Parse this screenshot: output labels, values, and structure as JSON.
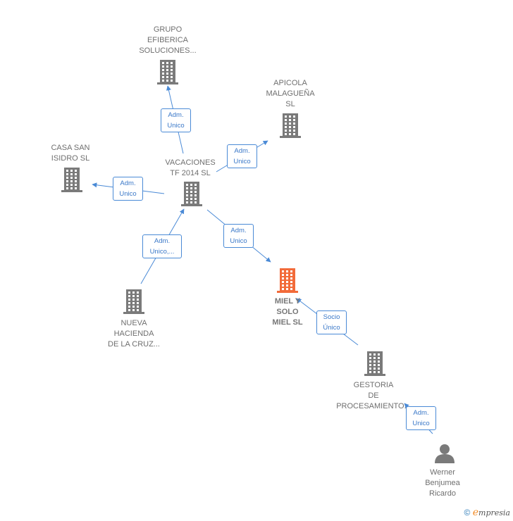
{
  "nodes": [
    {
      "id": "grupo",
      "label": "GRUPO\nEFIBERICA\nSOLUCIONES...",
      "type": "company",
      "color": "#7a7a7a"
    },
    {
      "id": "apicola",
      "label": "APICOLA\nMALAGUEÑA\nSL",
      "type": "company",
      "color": "#7a7a7a"
    },
    {
      "id": "casa",
      "label": "CASA SAN\nISIDRO  SL",
      "type": "company",
      "color": "#7a7a7a"
    },
    {
      "id": "vacaciones",
      "label": "VACACIONES\nTF 2014  SL",
      "type": "company",
      "color": "#7a7a7a"
    },
    {
      "id": "nueva",
      "label": "NUEVA\nHACIENDA\nDE LA CRUZ...",
      "type": "company",
      "color": "#7a7a7a"
    },
    {
      "id": "miel",
      "label": "MIEL Y\nSOLO\nMIEL  SL",
      "type": "company",
      "color": "#f26b3a"
    },
    {
      "id": "gestoria",
      "label": "GESTORIA\nDE\nPROCESAMIENTO...",
      "type": "company",
      "color": "#7a7a7a"
    },
    {
      "id": "werner",
      "label": "Werner\nBenjumea\nRicardo",
      "type": "person",
      "color": "#7a7a7a"
    }
  ],
  "edges": [
    {
      "from": "vacaciones",
      "to": "grupo",
      "label": "Adm.\nUnico"
    },
    {
      "from": "vacaciones",
      "to": "apicola",
      "label": "Adm.\nUnico"
    },
    {
      "from": "vacaciones",
      "to": "casa",
      "label": "Adm.\nUnico"
    },
    {
      "from": "nueva",
      "to": "vacaciones",
      "label": "Adm.\nUnico,..."
    },
    {
      "from": "vacaciones",
      "to": "miel",
      "label": "Adm.\nUnico"
    },
    {
      "from": "gestoria",
      "to": "miel",
      "label": "Socio\nÚnico"
    },
    {
      "from": "werner",
      "to": "gestoria",
      "label": "Adm.\nUnico"
    }
  ],
  "footer": {
    "copyright": "©",
    "brand_e": "e",
    "brand_rest": "mpresia"
  },
  "colors": {
    "edge": "#4a8ad6",
    "icon": "#7a7a7a",
    "focus": "#f26b3a"
  }
}
